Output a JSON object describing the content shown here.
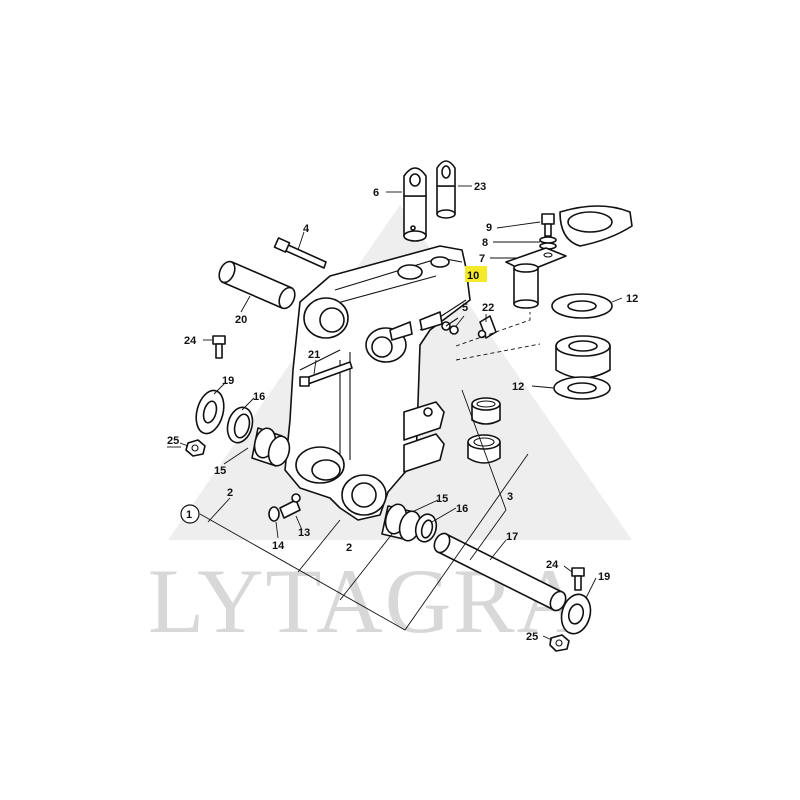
{
  "watermark": {
    "text": "LYTAGRA",
    "color": "#d8d8d8"
  },
  "highlight_color": "#f4ea2a",
  "callouts": [
    {
      "id": "c1",
      "text": "1",
      "circled": true
    },
    {
      "id": "c2a",
      "text": "2"
    },
    {
      "id": "c2b",
      "text": "2"
    },
    {
      "id": "c3",
      "text": "3"
    },
    {
      "id": "c4",
      "text": "4"
    },
    {
      "id": "c5",
      "text": "5"
    },
    {
      "id": "c6",
      "text": "6"
    },
    {
      "id": "c7",
      "text": "7"
    },
    {
      "id": "c8",
      "text": "8"
    },
    {
      "id": "c9",
      "text": "9"
    },
    {
      "id": "c10",
      "text": "10",
      "highlighted": true
    },
    {
      "id": "c12a",
      "text": "12"
    },
    {
      "id": "c12b",
      "text": "12"
    },
    {
      "id": "c13",
      "text": "13"
    },
    {
      "id": "c14",
      "text": "14"
    },
    {
      "id": "c15a",
      "text": "15"
    },
    {
      "id": "c15b",
      "text": "15"
    },
    {
      "id": "c16a",
      "text": "16"
    },
    {
      "id": "c16b",
      "text": "16"
    },
    {
      "id": "c17",
      "text": "17"
    },
    {
      "id": "c19a",
      "text": "19"
    },
    {
      "id": "c19b",
      "text": "19"
    },
    {
      "id": "c20",
      "text": "20"
    },
    {
      "id": "c21",
      "text": "21"
    },
    {
      "id": "c22",
      "text": "22"
    },
    {
      "id": "c23",
      "text": "23"
    },
    {
      "id": "c24a",
      "text": "24"
    },
    {
      "id": "c24b",
      "text": "24"
    },
    {
      "id": "c25a",
      "text": "25"
    },
    {
      "id": "c25b",
      "text": "25"
    }
  ]
}
